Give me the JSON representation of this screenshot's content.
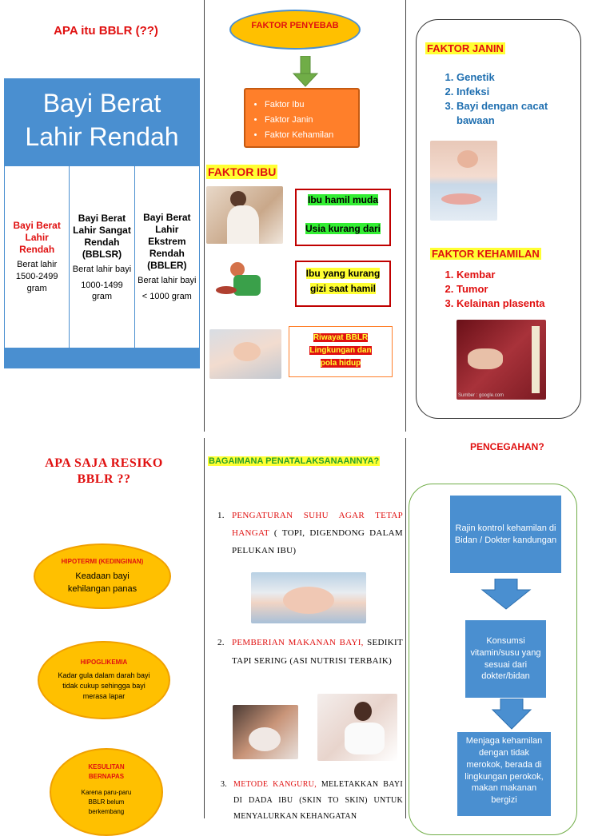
{
  "col1_top": {
    "title": "APA itu BBLR (??)",
    "header_line1": "Bayi Berat",
    "header_line2": "Lahir Rendah",
    "cells": [
      {
        "name": "Bayi Berat Lahir Rendah",
        "desc": "Berat lahir 1500-2499 gram",
        "desc2": ""
      },
      {
        "name": "Bayi Berat Lahir Sangat Rendah (BBLSR)",
        "desc": "Berat lahir bayi",
        "desc2": "1000-1499 gram"
      },
      {
        "name": "Bayi Berat Lahir Ekstrem Rendah (BBLER)",
        "desc": "Berat lahir bayi",
        "desc2": "< 1000 gram"
      }
    ]
  },
  "col2_top": {
    "penyebab_label": "FAKTOR PENYEBAB",
    "penyebab_items": [
      "Faktor Ibu",
      "Faktor Janin",
      "Faktor Kehamilan"
    ],
    "faktor_ibu_title": "FAKTOR IBU",
    "box1_line1": "Ibu hamil muda",
    "box1_line2": "Usia kurang dari",
    "box2_text": "Ibu yang kurang gizi saat hamil",
    "box3_line1": "Riwayat BBLR",
    "box3_line2": "Lingkungan dan",
    "box3_line3": "pola hidup"
  },
  "col3_top": {
    "janin_title": "FAKTOR JANIN",
    "janin_items": [
      "Genetik",
      "Infeksi",
      "Bayi dengan cacat bawaan"
    ],
    "kehamilan_title": "FAKTOR KEHAMILAN",
    "kehamilan_items": [
      "Kembar",
      "Tumor",
      "Kelainan plasenta"
    ]
  },
  "col1_bottom": {
    "title_line1": "APA SAJA RESIKO",
    "title_line2": "BBLR ??",
    "ovals": [
      {
        "title": "HIPOTERMI (KEDINGINAN)",
        "text": "Keadaan bayi kehilangan panas"
      },
      {
        "title": "HIPOGLIKEMIA",
        "text": "Kadar gula dalam darah bayi tidak cukup sehingga bayi merasa lapar"
      },
      {
        "title": "KESULITAN BERNAPAS",
        "text": "Karena paru-paru BBLR belum berkembang"
      }
    ]
  },
  "col2_bottom": {
    "title": "BAGAIMANA PENATALAKSANAANNYA?",
    "item1_red": "PENGATURAN SUHU AGAR TETAP HANGAT",
    "item1_black": "( TOPI, DIGENDONG DALAM PELUKAN IBU)",
    "item2_red": "PEMBERIAN MAKANAN BAYI,",
    "item2_black": "SEDIKIT TAPI SERING (ASI NUTRISI TERBAIK)",
    "item3_red": "METODE KANGURU,",
    "item3_black": "MELETAKKAN BAYI DI DADA IBU (SKIN TO SKIN) UNTUK MENYALURKAN KEHANGATAN"
  },
  "col3_bottom": {
    "title": "PENCEGAHAN?",
    "boxes": [
      "Rajin kontrol kehamilan di Bidan / Dokter kandungan",
      "Konsumsi vitamin/susu yang sesuai dari dokter/bidan",
      "Menjaga kehamilan dengan tidak merokok, berada di lingkungan perokok, makan makanan bergizi"
    ]
  },
  "photo_caption": "Sumber : google.com",
  "colors": {
    "blue": "#4a8fd0",
    "red": "#e01010",
    "orange": "#ff7f2a",
    "yellow": "#ffc000",
    "green": "#70ad47"
  }
}
